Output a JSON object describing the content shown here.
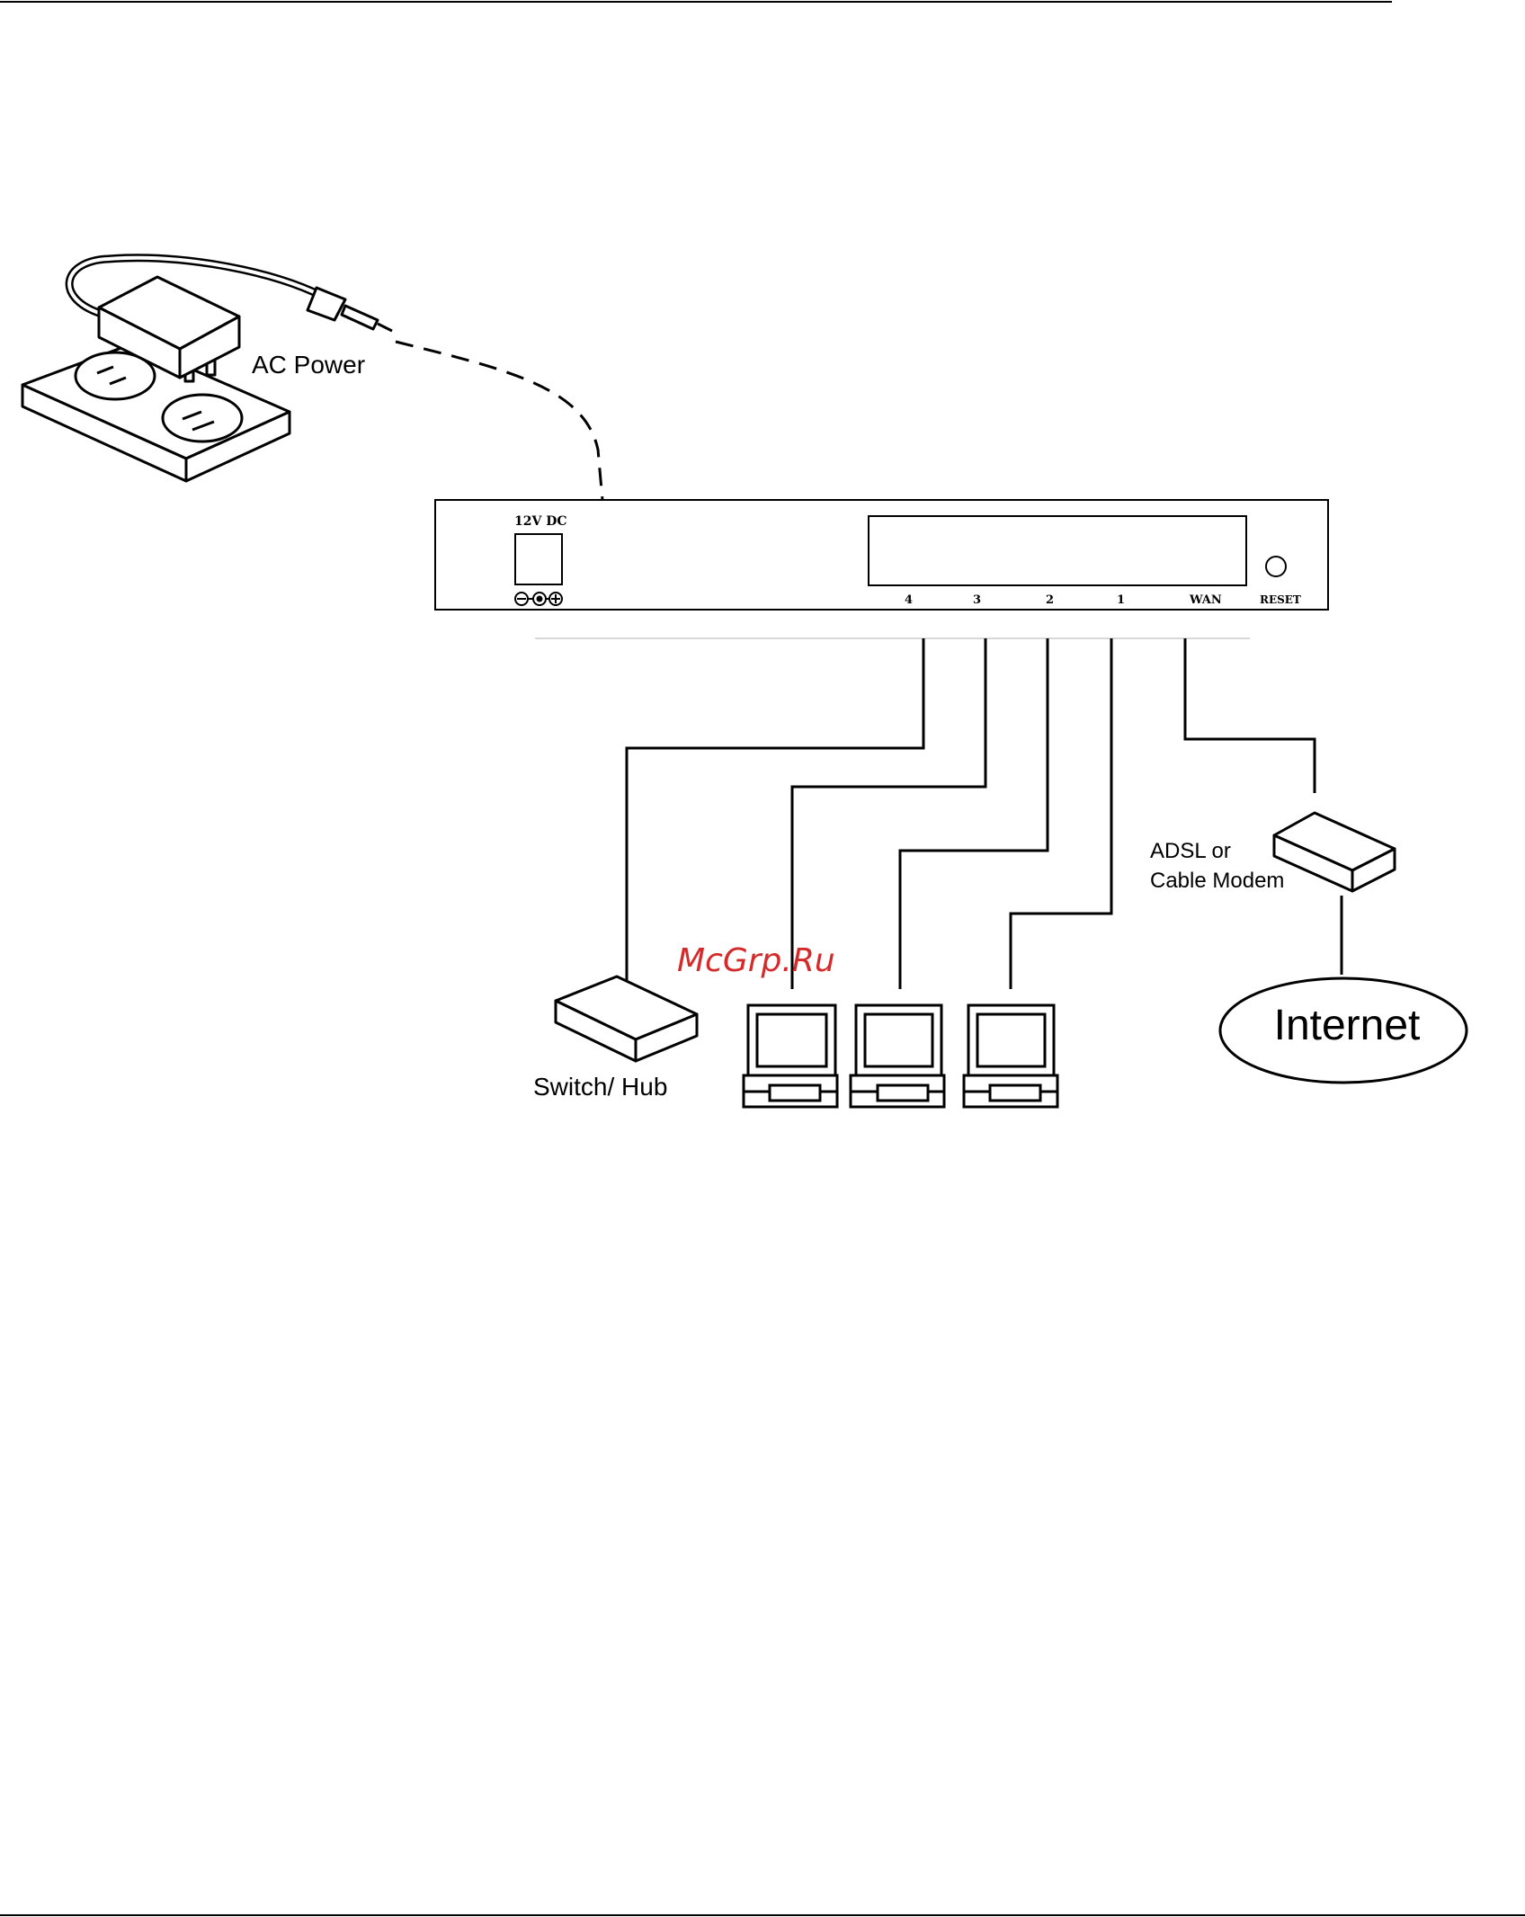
{
  "colors": {
    "line": "#000000",
    "rule": "#000000",
    "watermark": "#d42a2a",
    "background": "#ffffff"
  },
  "labels": {
    "ac_power": "AC Power",
    "dc_jack": "12V DC",
    "port_4": "4",
    "port_3": "3",
    "port_2": "2",
    "port_1": "1",
    "wan": "WAN",
    "reset": "RESET",
    "modem_line1": "ADSL or",
    "modem_line2": "Cable Modem",
    "internet": "Internet",
    "switch_hub": "Switch/ Hub",
    "watermark": "McGrp.Ru"
  },
  "icons": [
    "ac-adapter-icon",
    "power-outlet-icon",
    "router-rear-panel",
    "polarity-symbol-icon",
    "reset-button-icon",
    "switch-hub-icon",
    "computer-icon",
    "modem-icon",
    "internet-cloud-icon"
  ]
}
